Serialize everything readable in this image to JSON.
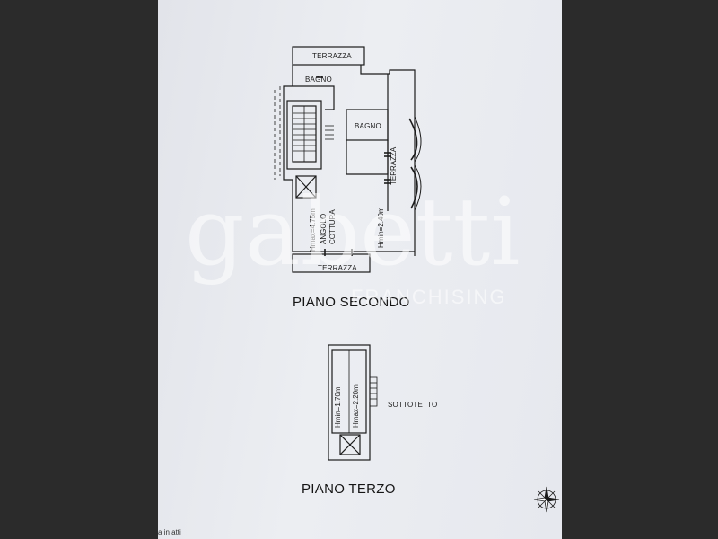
{
  "floor_plan": {
    "second_floor": {
      "title": "PIANO SECONDO",
      "rooms": {
        "terrace_top": "TERRAZZA",
        "bathroom_1": "BAGNO",
        "bathroom_2": "BAGNO",
        "terrace_side": "TERRAZZA",
        "terrace_bottom": "TERRAZZA",
        "kitchen_line_1": "ANGOLO",
        "kitchen_line_2": "COTTURA",
        "height_max": "Hmax=4.75m",
        "height_min": "Hmin=2.40m"
      }
    },
    "third_floor": {
      "title": "PIANO TERZO",
      "rooms": {
        "attic": "SOTTOTETTO",
        "height_min": "Hmin=1.70m",
        "height_max": "Hmax=2.20m"
      }
    },
    "footer_text": "a in atti"
  },
  "watermark": {
    "brand": "gabetti",
    "tagline": "FRANCHISING"
  },
  "icons": {
    "compass": "compass-rose-icon"
  }
}
